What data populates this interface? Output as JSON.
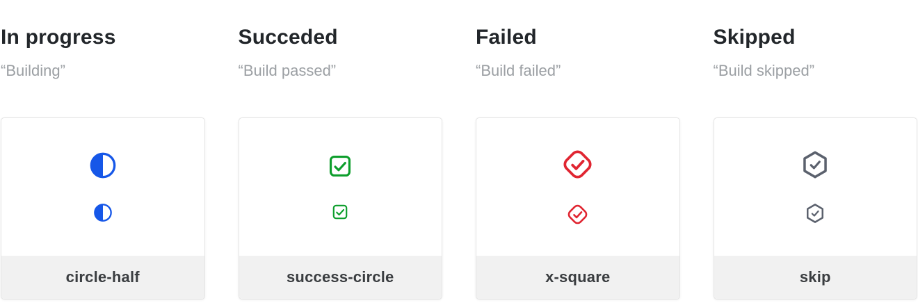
{
  "page": {
    "background": "#ffffff"
  },
  "colors": {
    "heading_text": "#22262a",
    "subtitle_text": "#9b9fa3",
    "label_text": "#3a3d40",
    "card_background": "#ffffff",
    "card_border": "#e4e4e4",
    "footer_background": "#f1f1f1",
    "status_blue": "#1657e8",
    "status_green": "#0d9e2c",
    "status_red": "#e02531",
    "status_gray": "#5b616d"
  },
  "columns": [
    {
      "id": "in-progress",
      "title": "In progress",
      "subtitle": "“Building”",
      "icon": "circle-half-icon",
      "label": "circle-half",
      "color": "#1657e8"
    },
    {
      "id": "succeeded",
      "title": "Succeded",
      "subtitle": "“Build passed”",
      "icon": "check-square-icon",
      "label": "success-circle",
      "color": "#0d9e2c"
    },
    {
      "id": "failed",
      "title": "Failed",
      "subtitle": "“Build failed”",
      "icon": "check-diamond-icon",
      "label": "x-square",
      "color": "#e02531"
    },
    {
      "id": "skipped",
      "title": "Skipped",
      "subtitle": "“Build skipped”",
      "icon": "check-hexagon-icon",
      "label": "skip",
      "color": "#5b616d"
    }
  ]
}
